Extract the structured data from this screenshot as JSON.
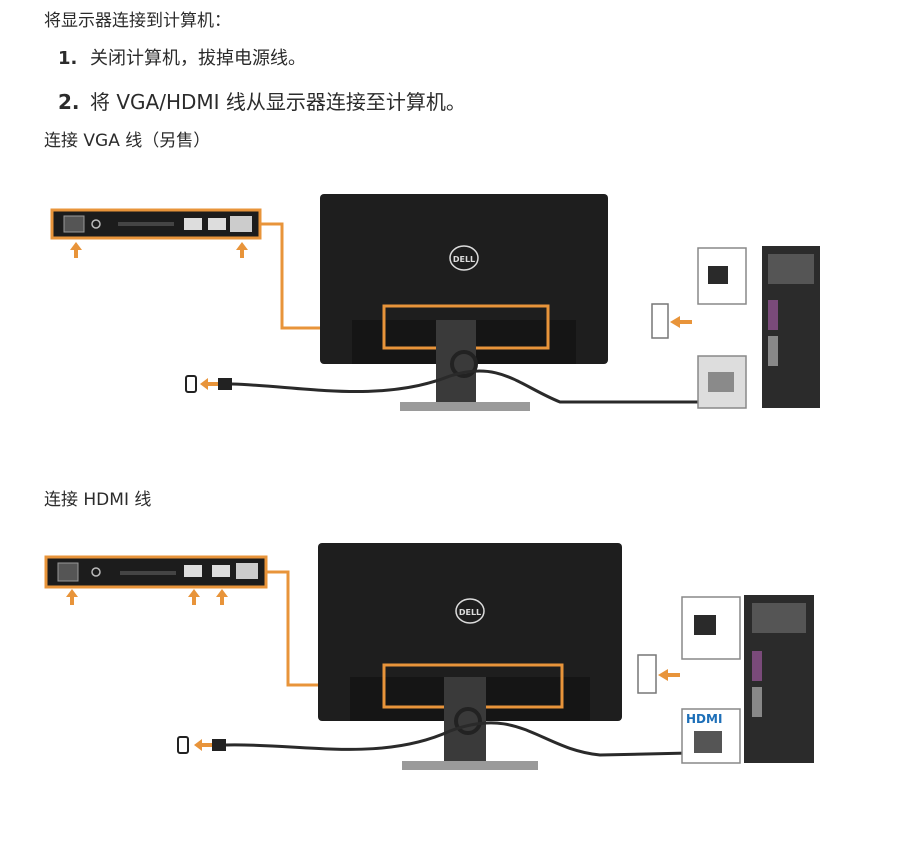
{
  "intro": "将显示器连接到计算机：",
  "steps": [
    {
      "num": "1.",
      "text": "关闭计算机，拔掉电源线。"
    },
    {
      "num": "2.",
      "text": "将 VGA/HDMI 线从显示器连接至计算机。"
    }
  ],
  "sections": {
    "vga": {
      "heading": "连接 VGA 线（另售）"
    },
    "hdmi": {
      "heading": "连接 HDMI 线",
      "badge": "HDMI"
    }
  },
  "monitor_logo": "DELL",
  "colors": {
    "accent": "#e8943a",
    "dark": "#1c1c1c",
    "cable": "#2a2a2a",
    "text": "#2b2b2b",
    "hdmi_blue": "#1d6fb8"
  },
  "icons": [
    "up-arrow-icon",
    "left-arrow-icon",
    "power-plug-icon",
    "wall-outlet-icon",
    "dell-logo-icon",
    "pc-tower-icon"
  ]
}
